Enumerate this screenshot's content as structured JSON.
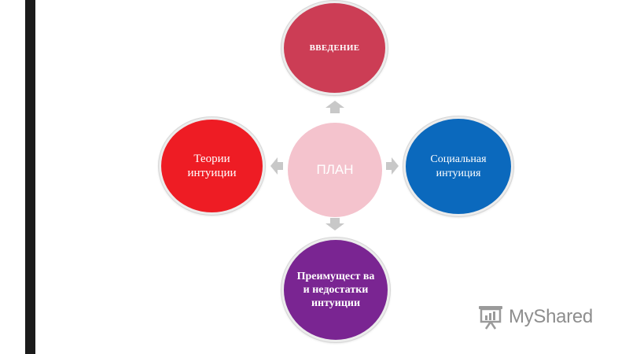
{
  "diagram": {
    "center": {
      "label": "ПЛАН",
      "color": "#f4c3cd"
    },
    "top": {
      "label": "ВВЕДЕНИЕ",
      "color": "#cc3d55"
    },
    "left": {
      "line1": "Теории",
      "line2": "интуиции",
      "color": "#ee1c24"
    },
    "right": {
      "line1": "Социальная",
      "line2": "интуиция",
      "color": "#0b69bd"
    },
    "bottom": {
      "label": "Преимущест ва и недостатки интуиции",
      "color": "#7a2592"
    },
    "arrow_color": "#c8c8c8"
  },
  "watermark": {
    "text": "MyShared",
    "icon": "presentation-board-icon"
  }
}
